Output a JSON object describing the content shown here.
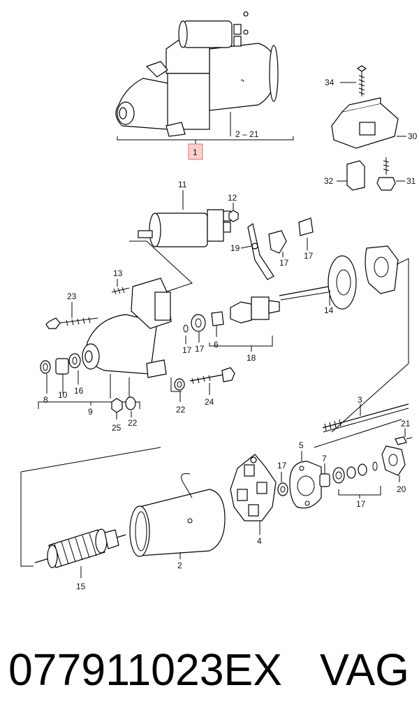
{
  "highlight": {
    "label": "1",
    "fill": "#f9d0d0",
    "stroke": "#e07070"
  },
  "labels": {
    "l1": "1",
    "l2_21": "2 – 21",
    "l34": "34",
    "l30": "30",
    "l32": "32",
    "l31": "31",
    "l11": "11",
    "l12": "12",
    "l19": "19",
    "l17a": "17",
    "l17b": "17",
    "l13": "13",
    "l23": "23",
    "l14": "14",
    "l17c": "17",
    "l17d": "17",
    "l6": "6",
    "l18": "18",
    "l8": "8",
    "l10": "10",
    "l16": "16",
    "l9": "9",
    "l22a": "22",
    "l24": "24",
    "l25": "25",
    "l22b": "22",
    "l3": "3",
    "l21": "21",
    "l5": "5",
    "l17e": "17",
    "l7": "7",
    "l17f": "17",
    "l20": "20",
    "l4": "4",
    "l2": "2",
    "l15": "15"
  },
  "caption": {
    "part_number": "077911023EX",
    "brand": "VAG"
  }
}
